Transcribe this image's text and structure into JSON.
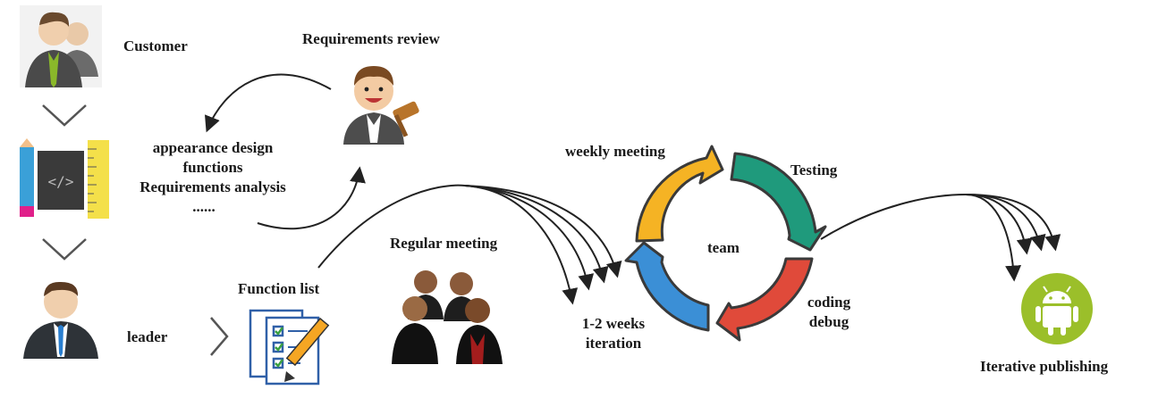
{
  "labels": {
    "customer": "Customer",
    "requirements_review": "Requirements review",
    "design_lines": [
      "appearance design",
      "functions",
      "Requirements analysis",
      "......"
    ],
    "leader": "leader",
    "function_list": "Function list",
    "regular_meeting": "Regular meeting",
    "iteration_lines": [
      "1-2 weeks",
      "iteration"
    ],
    "weekly_meeting": "weekly meeting",
    "testing": "Testing",
    "team": "team",
    "coding_lines": [
      "coding",
      "debug"
    ],
    "iterative_publishing": "Iterative publishing"
  },
  "colors": {
    "cycle_yellow": "#f5b324",
    "cycle_green": "#1f9a7c",
    "cycle_blue": "#3b8fd6",
    "cycle_red": "#e04a3a",
    "android_green": "#9bbf2a",
    "arrow": "#333333"
  },
  "icons": [
    "customer-group-icon",
    "design-tools-icon",
    "judge-gavel-icon",
    "leader-icon",
    "checklist-icon",
    "meeting-group-icon",
    "android-icon",
    "chevron-down-icon",
    "chevron-right-icon"
  ]
}
